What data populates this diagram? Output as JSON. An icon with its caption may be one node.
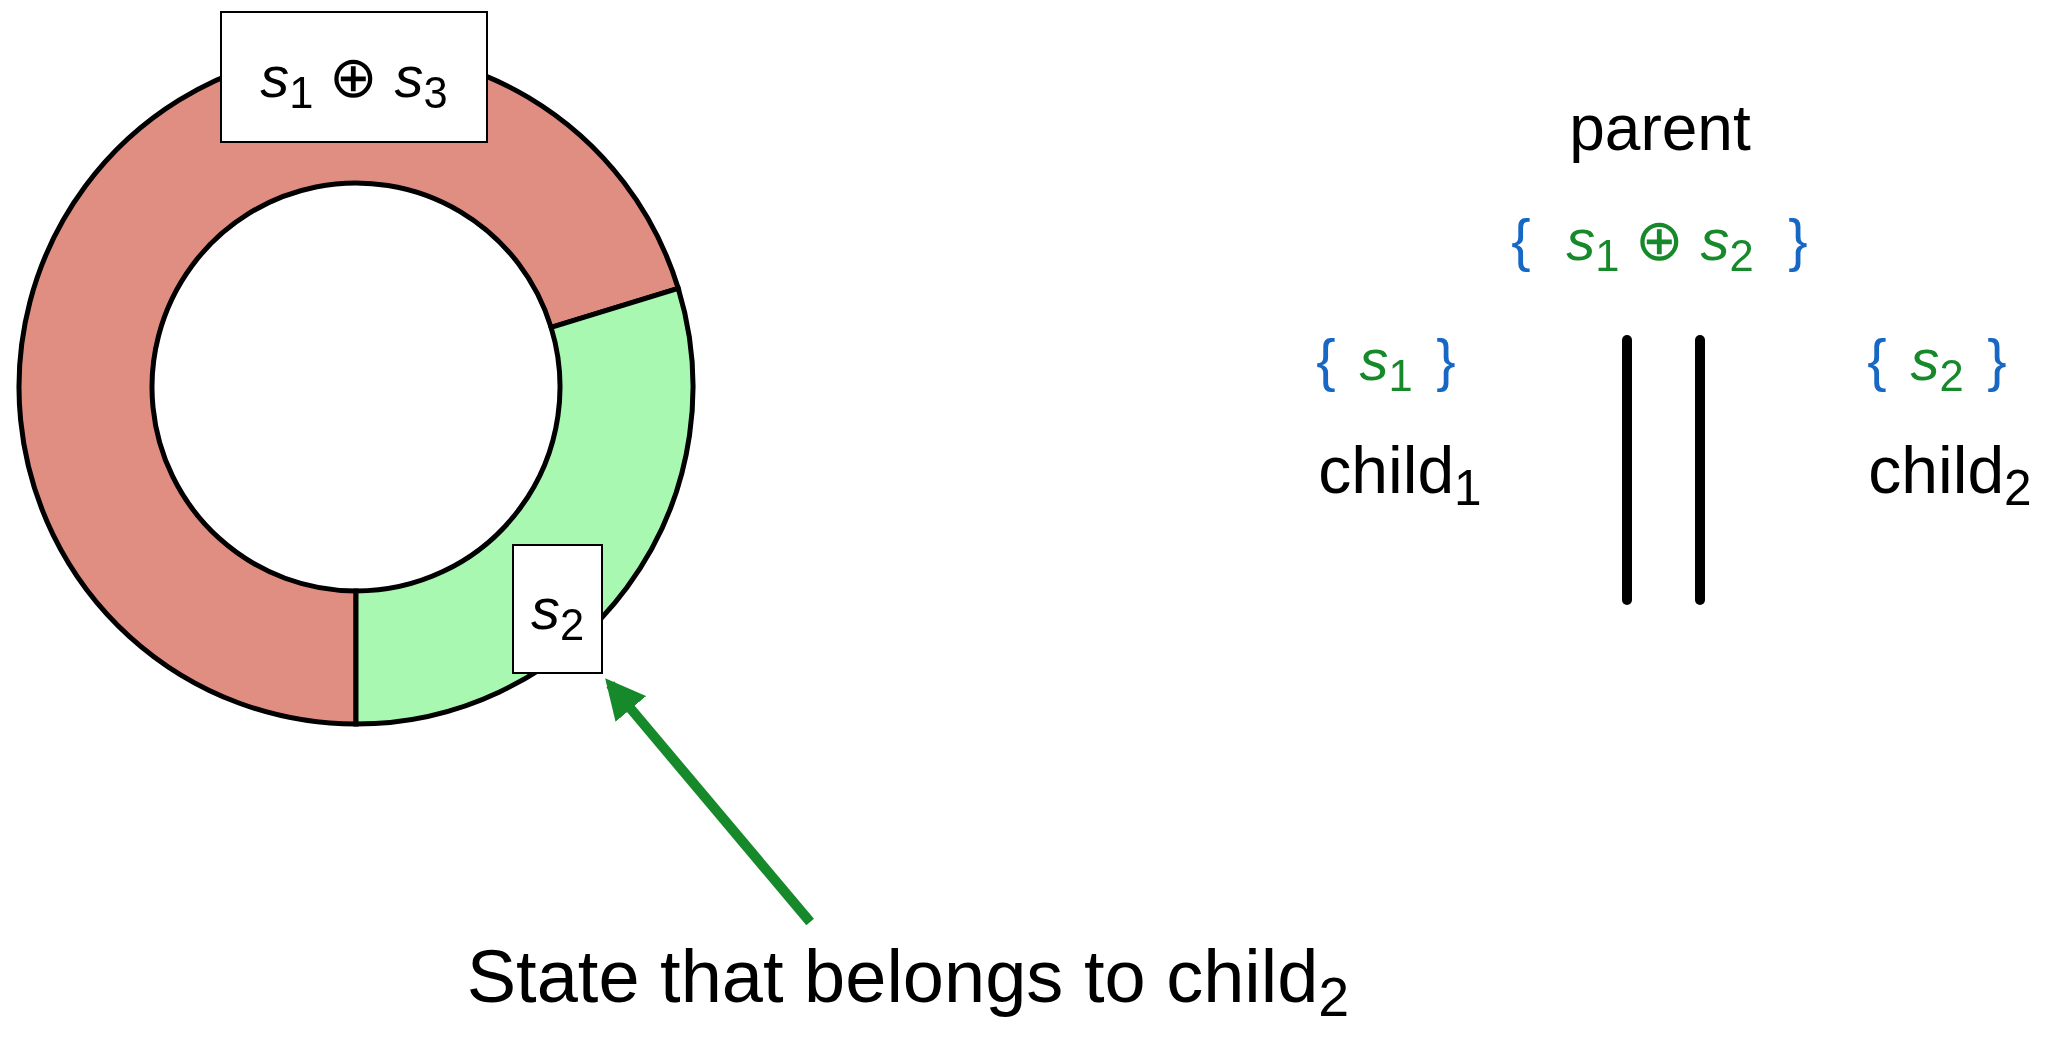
{
  "diagram": {
    "nodes": [
      {
        "text": [
          "*s*$_{1}$ ⊕ *s*$_{3}$"
        ]
      },
      {
        "text": [
          "*s*$_{2}$"
        ]
      },
      {
        "text": [
          "State that belongs to child$_{2}$"
        ]
      }
    ],
    "edges": [
      {
        "from": 2,
        "to": 1,
        "arrow": "to"
      }
    ],
    "labels": [
      "parent",
      "{",
      "*s*$_{1}$ ⊕ *s*$_{2}$",
      "}",
      "{",
      "*s*$_{1}$",
      "}",
      "{",
      "*s*$_{2}$",
      "}",
      "child$_{1}$",
      "child$_{2}$"
    ]
  }
}
